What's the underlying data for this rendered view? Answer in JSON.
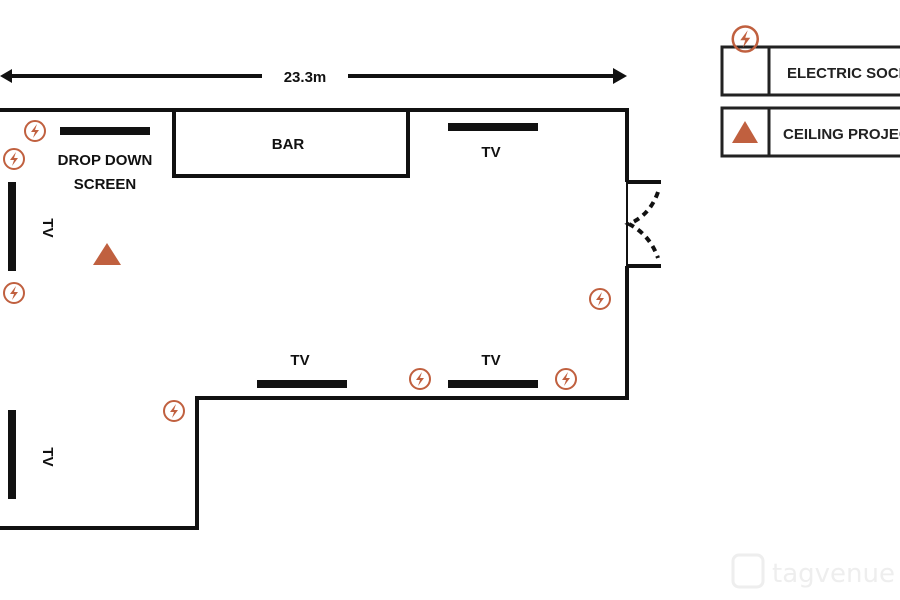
{
  "dimension": "23.3m",
  "labels": {
    "bar": "BAR",
    "screen_line1": "DROP DOWN",
    "screen_line2": "SCREEN",
    "tv": "TV"
  },
  "legend": [
    {
      "icon": "electric-socket-icon",
      "label": "ELECTRIC SOCKET"
    },
    {
      "icon": "ceiling-projector-icon",
      "label": "CEILING PROJECTOR"
    }
  ],
  "watermark": "tagvenue",
  "colors": {
    "accent": "#c0603f",
    "wall": "#111111"
  }
}
